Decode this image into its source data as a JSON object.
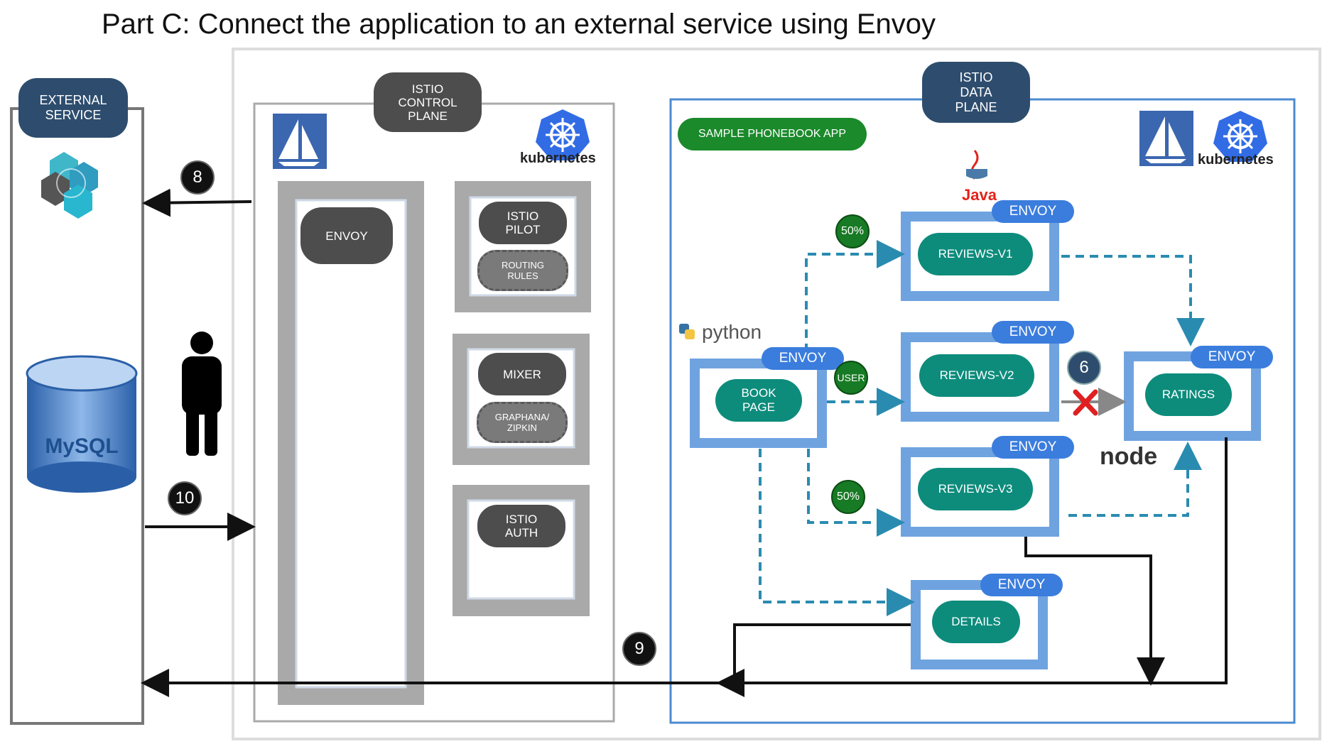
{
  "title": "Part C: Connect the application to an external service using Envoy",
  "external": {
    "label": "EXTERNAL\nSERVICE",
    "db_logo": "MySQL"
  },
  "control_plane": {
    "label": "ISTIO\nCONTROL\nPLANE",
    "envoy": "ENVOY",
    "pilot": "ISTIO\nPILOT",
    "routing_rules": "ROUTING\nRULES",
    "mixer": "MIXER",
    "grafana_zipkin": "GRAPHANA/\nZIPKIN",
    "auth": "ISTIO\nAUTH",
    "kubernetes": "kubernetes"
  },
  "data_plane": {
    "label": "ISTIO\nDATA\nPLANE",
    "app": "SAMPLE PHONEBOOK APP",
    "kubernetes": "kubernetes",
    "envoy": "ENVOY",
    "book_page": "BOOK\nPAGE",
    "reviews_v1": "REVIEWS-V1",
    "reviews_v2": "REVIEWS-V2",
    "reviews_v3": "REVIEWS-V3",
    "ratings": "RATINGS",
    "details": "DETAILS",
    "user": "USER",
    "pct_v1": "50%",
    "pct_v3": "50%",
    "python": "python",
    "java": "Java",
    "node": "node"
  },
  "steps": {
    "s6": "6",
    "s8": "8",
    "s9": "9",
    "s10": "10"
  },
  "colors": {
    "teal": "#0d8c7c",
    "envoy_blue": "#3b7ddd",
    "dash": "#2a8bb0",
    "navy": "#2e4d6e"
  }
}
